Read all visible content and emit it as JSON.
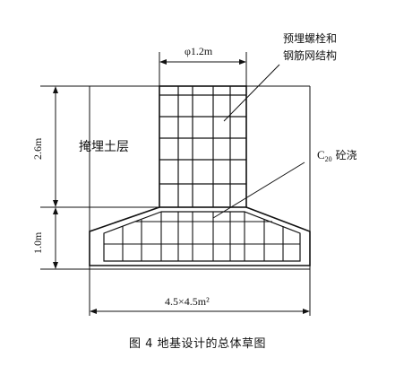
{
  "labels": {
    "diameter": "φ1.2m",
    "bolt_mesh_line1": "预埋螺栓和",
    "bolt_mesh_line2": "钢筋网结构",
    "backfill": "掩埋土层",
    "height_top": "2.6m",
    "height_bottom": "1.0m",
    "concrete_sub": "20",
    "concrete_main": "C",
    "concrete_suffix": "砼浇",
    "base_size": "4.5×4.5m²"
  },
  "caption": "图 4   地基设计的总体草图"
}
